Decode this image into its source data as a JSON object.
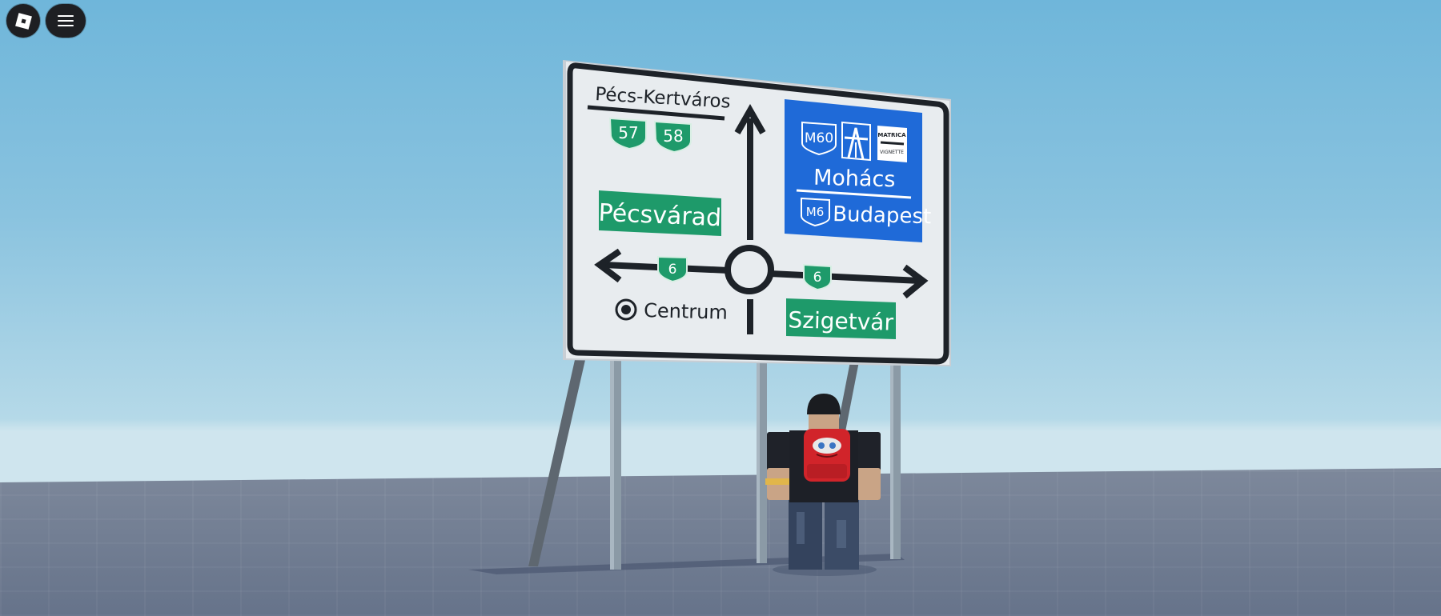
{
  "hud": {
    "roblox_button_icon": "roblox-logo-icon",
    "menu_button_icon": "hamburger-menu-icon"
  },
  "sign": {
    "top_left_destination": "Pécs-Kertváros",
    "route_shields_top": [
      "57",
      "58"
    ],
    "left_destination": "Pécsvárad",
    "left_route": "6",
    "right_route": "6",
    "center_label": "Centrum",
    "bottom_right_destination": "Szigetvár",
    "motorway_panel": {
      "shield": "M60",
      "vignette_top": "MATRICA",
      "vignette_bottom": "VIGNETTE",
      "destination": "Mohács",
      "second_shield": "M6",
      "second_destination": "Budapest"
    }
  },
  "colors": {
    "sign_background": "#e8ecef",
    "sign_border": "#1d2228",
    "green_panel": "#1e9a6a",
    "motorway_blue": "#1f6ad8",
    "sky": "#7dbddd",
    "ground": "#6e7a8e"
  }
}
